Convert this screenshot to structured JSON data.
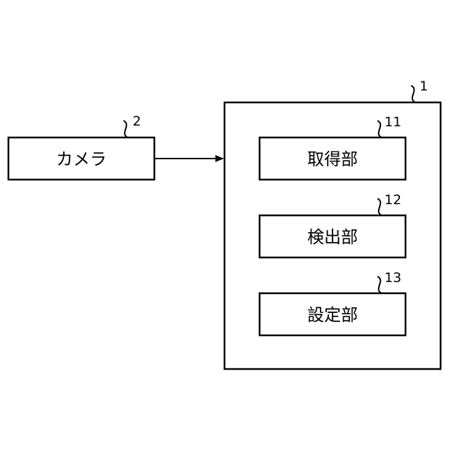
{
  "camera": {
    "label": "カメラ",
    "ref": "2"
  },
  "device": {
    "ref": "1"
  },
  "units": [
    {
      "label": "取得部",
      "ref": "11"
    },
    {
      "label": "検出部",
      "ref": "12"
    },
    {
      "label": "設定部",
      "ref": "13"
    }
  ]
}
